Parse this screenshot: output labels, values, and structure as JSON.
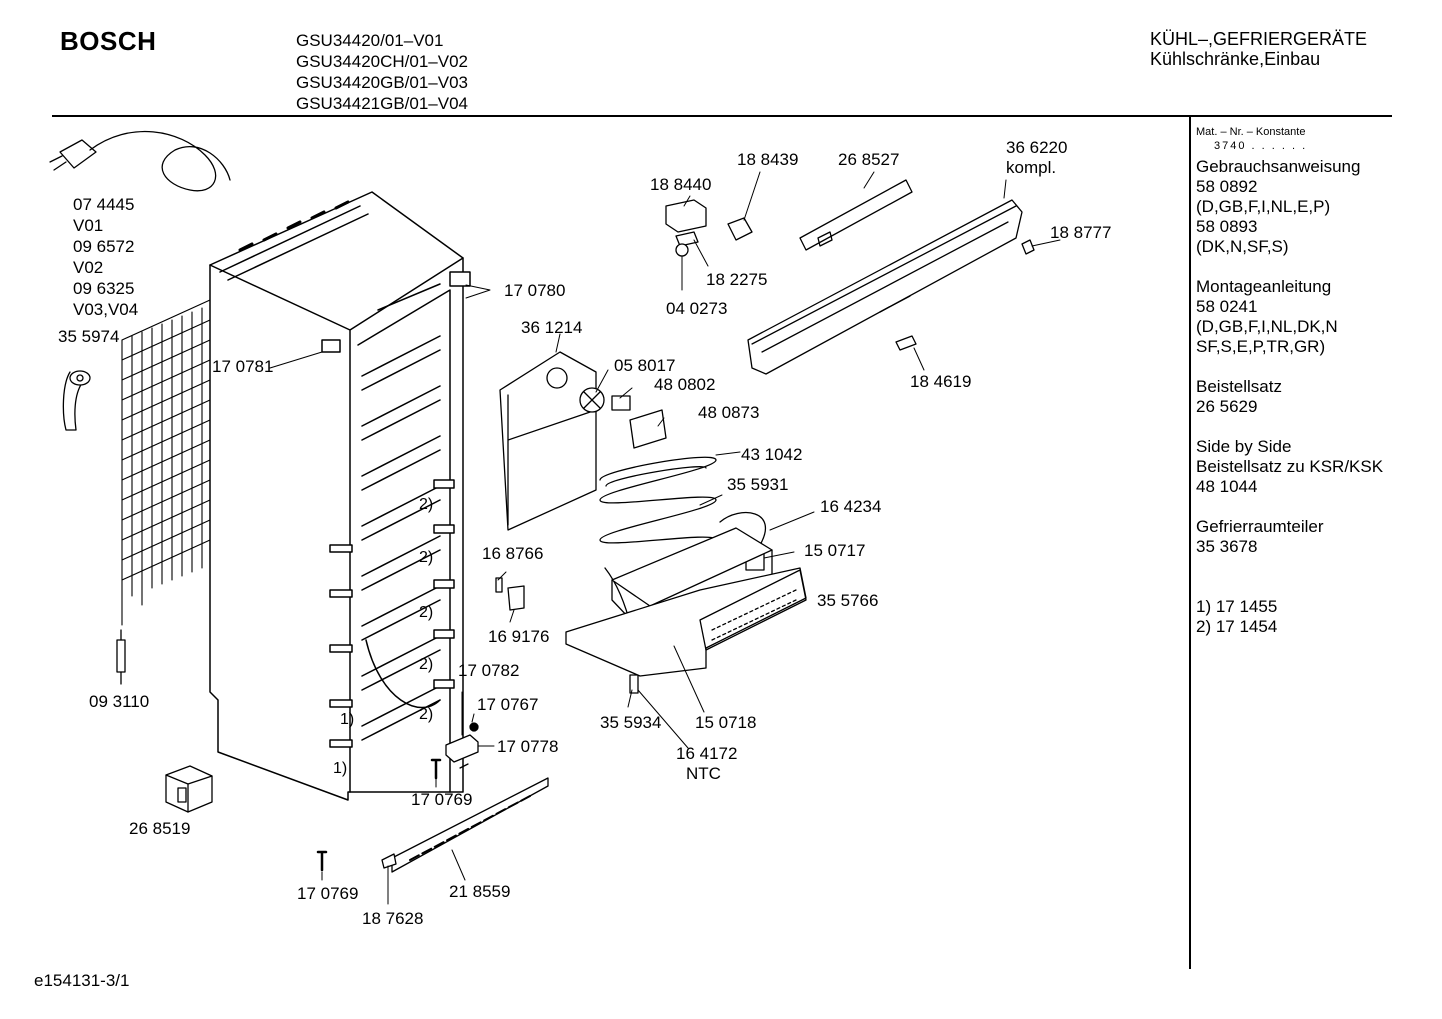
{
  "header": {
    "brand": "BOSCH",
    "models": [
      "GSU34420/01–V01",
      "GSU34420CH/01–V02",
      "GSU34420GB/01–V03",
      "GSU34421GB/01–V04"
    ],
    "category_line1": "KÜHL–,GEFRIERGERÄTE",
    "category_line2": "Kühlschränke,Einbau"
  },
  "sidebar": {
    "konstante_label": "Mat. – Nr. – Konstante",
    "konstante_value": "3740 . . . . . .",
    "gebrauchsanweisung": [
      "Gebrauchsanweisung",
      "58 0892",
      "(D,GB,F,I,NL,E,P)",
      "58 0893",
      "(DK,N,SF,S)"
    ],
    "montageanleitung": [
      "Montageanleitung",
      "58 0241",
      "(D,GB,F,I,NL,DK,N",
      "SF,S,E,P,TR,GR)"
    ],
    "beistellsatz": [
      "Beistellsatz",
      "26 5629"
    ],
    "side_by_side": [
      "Side by Side",
      "Beistellsatz zu KSR/KSK",
      "48 1044"
    ],
    "gefrierraumteiler": [
      "Gefrierraumteiler",
      "35 3678"
    ],
    "notes": [
      "1) 17 1455",
      "2) 17 1454"
    ]
  },
  "parts": [
    {
      "id": "p-074445",
      "text": "07 4445"
    },
    {
      "id": "p-v01",
      "text": "V01"
    },
    {
      "id": "p-096572",
      "text": "09 6572"
    },
    {
      "id": "p-v02",
      "text": "V02"
    },
    {
      "id": "p-096325",
      "text": "09 6325"
    },
    {
      "id": "p-v03v04",
      "text": "V03,V04"
    },
    {
      "id": "p-355974",
      "text": "35 5974"
    },
    {
      "id": "p-170781",
      "text": "17 0781"
    },
    {
      "id": "p-170780",
      "text": "17 0780"
    },
    {
      "id": "p-093110",
      "text": "09 3110"
    },
    {
      "id": "p-268519",
      "text": "26 8519"
    },
    {
      "id": "p-170769a",
      "text": "17 0769"
    },
    {
      "id": "p-170769b",
      "text": "17 0769"
    },
    {
      "id": "p-187628",
      "text": "18 7628"
    },
    {
      "id": "p-218559",
      "text": "21 8559"
    },
    {
      "id": "p-170782",
      "text": "17 0782"
    },
    {
      "id": "p-170767",
      "text": "17 0767"
    },
    {
      "id": "p-170778",
      "text": "17 0778"
    },
    {
      "id": "p-361214",
      "text": "36 1214"
    },
    {
      "id": "p-058017",
      "text": "05 8017"
    },
    {
      "id": "p-480802",
      "text": "48 0802"
    },
    {
      "id": "p-480873",
      "text": "48 0873"
    },
    {
      "id": "p-431042",
      "text": "43 1042"
    },
    {
      "id": "p-355931",
      "text": "35 5931"
    },
    {
      "id": "p-164234",
      "text": "16 4234"
    },
    {
      "id": "p-150717",
      "text": "15  0717"
    },
    {
      "id": "p-355766",
      "text": "35 5766"
    },
    {
      "id": "p-168766",
      "text": "16 8766"
    },
    {
      "id": "p-169176",
      "text": "16 9176"
    },
    {
      "id": "p-355934",
      "text": "35 5934"
    },
    {
      "id": "p-150718",
      "text": "15  0718"
    },
    {
      "id": "p-164172",
      "text": "16 4172"
    },
    {
      "id": "p-ntc",
      "text": "NTC"
    },
    {
      "id": "p-188440",
      "text": "18 8440"
    },
    {
      "id": "p-188439",
      "text": "18 8439"
    },
    {
      "id": "p-268527",
      "text": "26 8527"
    },
    {
      "id": "p-366220",
      "text": "36 6220"
    },
    {
      "id": "p-kompl",
      "text": "kompl."
    },
    {
      "id": "p-188777",
      "text": "18 8777"
    },
    {
      "id": "p-182275",
      "text": "18 2275"
    },
    {
      "id": "p-040273",
      "text": "04 0273"
    },
    {
      "id": "p-184619",
      "text": "18 4619"
    }
  ],
  "notes": {
    "n2": "2)",
    "n1": "1)"
  },
  "footer": {
    "code": "e154131-3/1"
  }
}
